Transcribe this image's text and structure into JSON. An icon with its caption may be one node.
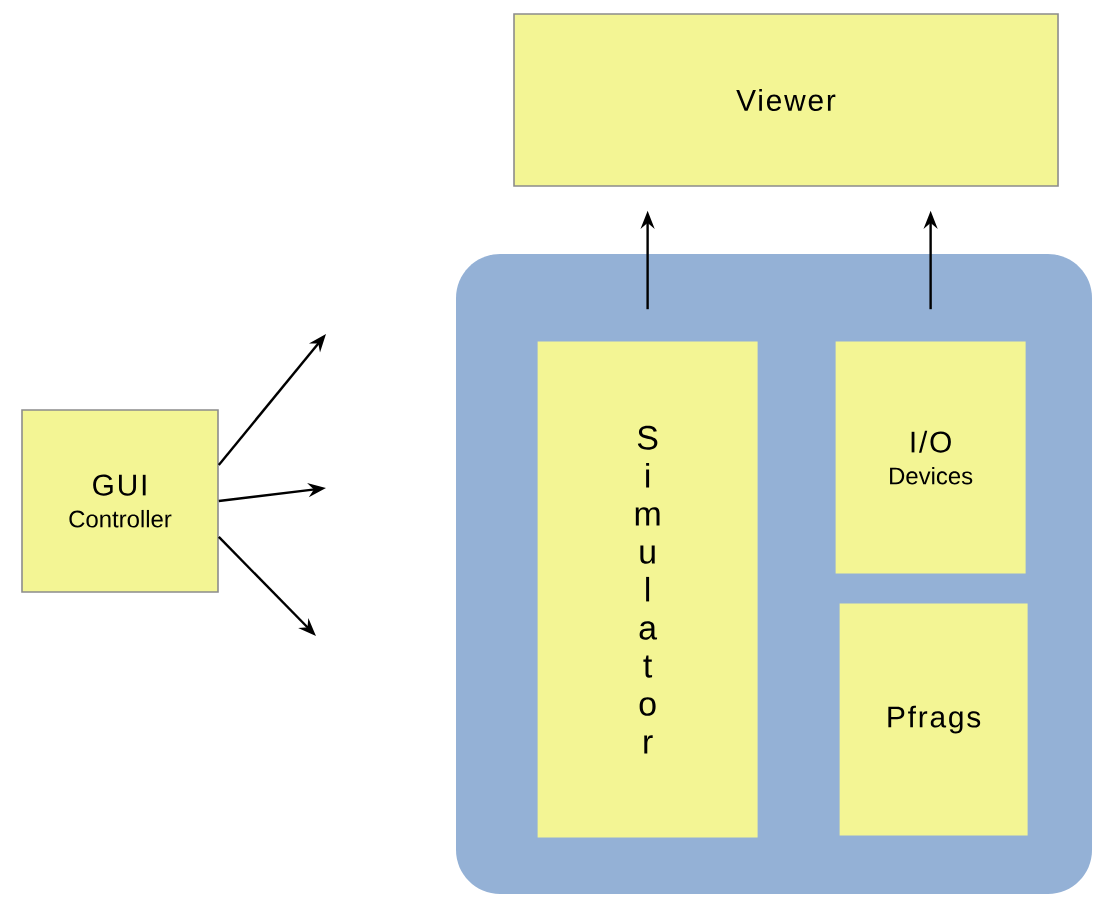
{
  "diagram": {
    "nodes": [
      {
        "text": [
          "Viewer"
        ]
      },
      {
        "text": [
          "GUI",
          "Controller"
        ]
      },
      {
        "text": [],
        "shape": "box"
      },
      {
        "text": [
          "Simulator"
        ],
        "in": 2
      },
      {
        "text": [
          "I/O",
          "Devices"
        ],
        "in": 2
      },
      {
        "text": [
          "Pfrags"
        ],
        "in": 2
      }
    ],
    "edges": [
      {
        "from": 3,
        "to": 0,
        "arrow": "to"
      },
      {
        "from": 4,
        "to": 0,
        "arrow": "to"
      },
      {
        "from": 1,
        "to": null,
        "arrow": "to"
      },
      {
        "from": 1,
        "to": null,
        "arrow": "to"
      },
      {
        "from": 1,
        "to": null,
        "arrow": "to"
      }
    ]
  }
}
